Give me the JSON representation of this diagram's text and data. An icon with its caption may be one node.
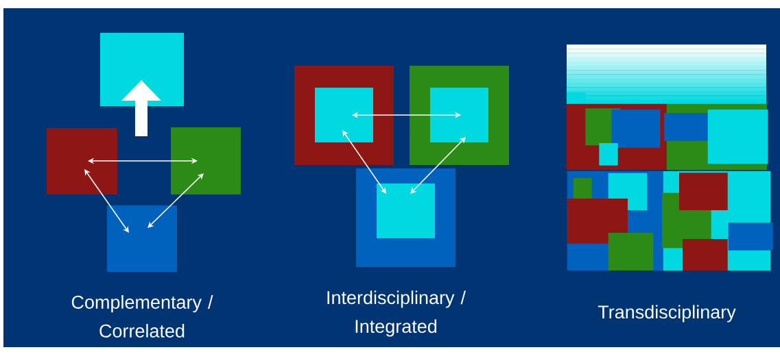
{
  "diagram": {
    "nodes": [
      {
        "text": [],
        "shape": "box"
      },
      {
        "text": [],
        "shape": "box"
      },
      {
        "text": [],
        "shape": "box"
      },
      {
        "text": [],
        "shape": "box"
      },
      {
        "text": [],
        "shape": "box"
      },
      {
        "text": [],
        "shape": "box",
        "in": 4
      },
      {
        "text": [],
        "shape": "box"
      },
      {
        "text": [],
        "shape": "box",
        "in": 6
      },
      {
        "text": [],
        "shape": "box"
      },
      {
        "text": [],
        "shape": "box",
        "in": 8
      }
    ],
    "edges": [
      {
        "from": null,
        "to": 0,
        "arrow": "to",
        "style": "thick"
      },
      {
        "from": 1,
        "to": 2,
        "arrow": "both"
      },
      {
        "from": 1,
        "to": 3,
        "arrow": "both"
      },
      {
        "from": 2,
        "to": 3,
        "arrow": "both"
      },
      {
        "from": 5,
        "to": 7,
        "arrow": "both"
      },
      {
        "from": 5,
        "to": 9,
        "arrow": "both"
      },
      {
        "from": 7,
        "to": 9,
        "arrow": "both"
      }
    ],
    "labels": [
      "Complementary / Correlated",
      "Interdisciplinary / Integrated",
      "Transdisciplinary"
    ]
  }
}
